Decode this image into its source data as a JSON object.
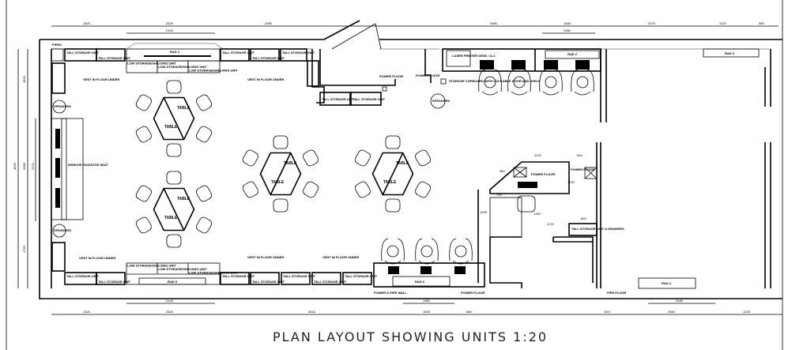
{
  "title": "PLAN LAYOUT SHOWING UNITS 1:20",
  "labels": {
    "tall_storage": "TALL STORAGE UNIT",
    "low_storage": "LOW STORAGE/SHELVING UNIT",
    "vent": "VENT IN FLOOR UNDER",
    "table": "TABLE",
    "rad1": "RAD 1",
    "rad2": "RAD 2",
    "rad3": "RAD 3",
    "rad4": "RAD 4",
    "rad5": "RAD 5",
    "rad6": "RAD 6",
    "pipes": "PIPES",
    "speakers": "SPEAKERS",
    "window_seat": "WINDOW RADIATOR SEAT",
    "power_floor": "POWER FLOOR",
    "power_wall": "POWER & PIPE WALL",
    "pipe_floor": "PIPE FLOOR",
    "laser_printer": "LASER PRINTER DESK / A-C",
    "storage_cupboard": "STORAGE CUPBOARD WITH LOCKABLE DOOR AND SHELF",
    "tall_unit_right": "TALL STORAGE UNIT & DRAWERS"
  },
  "dimensions": {
    "top": [
      "1820",
      "2520",
      "2100",
      "2580",
      "3360",
      "1480",
      "1380",
      "2070",
      "1120",
      "960"
    ],
    "bottom": [
      "1320",
      "2520",
      "2100",
      "4542",
      "1525",
      "1380",
      "880",
      "520",
      "2560",
      "2180",
      "1240"
    ],
    "left": [
      "4550",
      "3380",
      "2170",
      "1820",
      "1720"
    ],
    "desk": [
      "1221",
      "894",
      "1230",
      "700",
      "1300",
      "1175",
      "1095",
      "800",
      "550"
    ]
  }
}
